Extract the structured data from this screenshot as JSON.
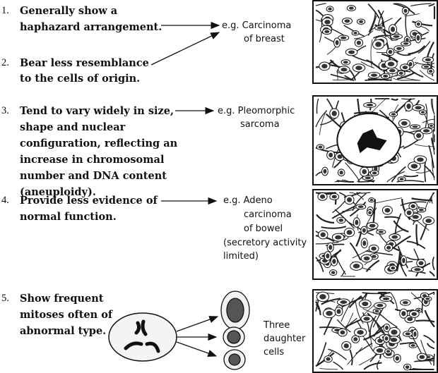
{
  "items": [
    {
      "number": "1.",
      "lines": [
        "Generally show a",
        "haphazard arrangement."
      ]
    },
    {
      "number": "2.",
      "lines": [
        "Bear less resemblance",
        "to the cells of origin."
      ]
    },
    {
      "number": "3.",
      "lines": [
        "Tend to vary widely in size,",
        "shape and nuclear",
        "configuration, reflecting an",
        "increase in chromosomal",
        "number and DNA content",
        "(aneuploidy)."
      ]
    },
    {
      "number": "4.",
      "lines": [
        "Provide less evidence of",
        "normal function."
      ]
    },
    {
      "number": "5.",
      "lines": [
        "Show frequent",
        "mitoses often of",
        "abnormal type."
      ]
    }
  ],
  "examples": {
    "breast": [
      "e.g. Carcinoma",
      "of breast"
    ],
    "sarcoma": [
      "e.g. Pleomorphic",
      "sarcoma"
    ],
    "bowel": [
      "e.g. Adeno",
      "carcinoma",
      "of bowel",
      "(secretory activity",
      "limited)"
    ],
    "daughter": [
      "Three",
      "daughter",
      "cells"
    ]
  }
}
